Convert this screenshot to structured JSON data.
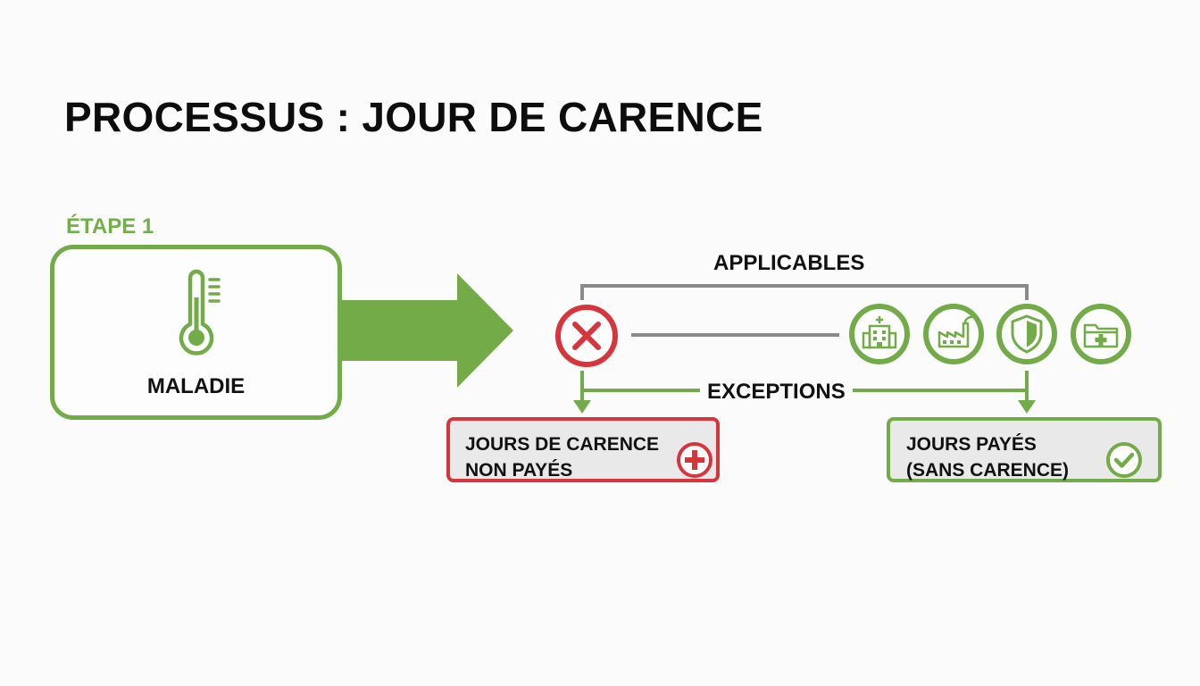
{
  "title": "PROCESSUS : JOUR DE CARENCE",
  "step": {
    "label": "ÉTAPE 1",
    "box_label": "MALADIE",
    "icon": "thermometer-icon"
  },
  "branches": {
    "applicables_label": "APPLICABLES",
    "exceptions_label": "EXCEPTIONS",
    "applicable_icon": "x-circle-icon",
    "exception_icons": [
      "hospital-icon",
      "factory-icon",
      "shield-icon",
      "medical-folder-icon"
    ]
  },
  "results": {
    "unpaid": {
      "text": "JOURS DE CARENCE\nNON PAYÉS",
      "icon": "plus-circle-icon"
    },
    "paid": {
      "text": "JOURS PAYÉS\n(SANS CARENCE)",
      "icon": "check-circle-icon"
    }
  },
  "colors": {
    "green": "#72ab47",
    "green_light": "#74ad4c",
    "red": "#d6353c",
    "gray": "#8a8a8a",
    "text": "#111111",
    "box_fill": "#e9e9e9"
  }
}
